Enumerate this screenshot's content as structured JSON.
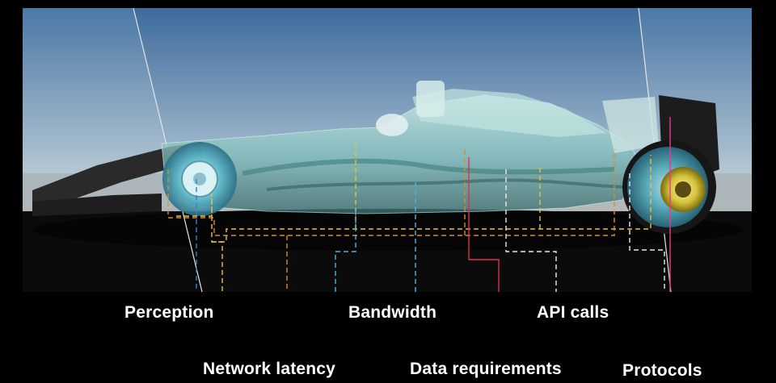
{
  "labels": {
    "perception": "Perception",
    "network_latency": "Network latency",
    "bandwidth": "Bandwidth",
    "data_requirements": "Data requirements",
    "api_calls": "API calls",
    "protocols": "Protocols"
  },
  "colors": {
    "background": "#000000",
    "sky_top": "#3f6c9c",
    "sky_bottom": "#d8d2c6",
    "car_glass": "#9fd6d2",
    "line_blue": "#3d7bd6",
    "line_yellow": "#e8c23a",
    "line_orange": "#e08a2c",
    "line_cyan": "#46b6e8",
    "line_red": "#e0304c",
    "line_white": "#e8e8e8",
    "line_pink": "#e83a8c"
  },
  "icons": {
    "car": "formula-one-car-xray"
  }
}
